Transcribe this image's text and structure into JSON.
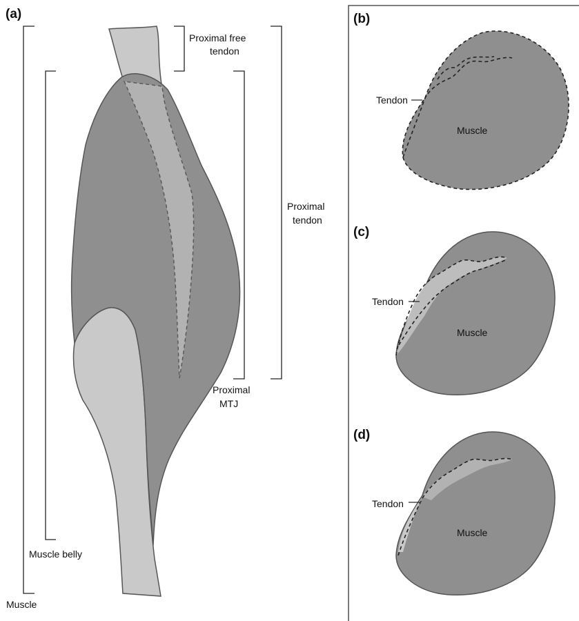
{
  "panels": {
    "a": "(a)",
    "b": "(b)",
    "c": "(c)",
    "d": "(d)"
  },
  "labels": {
    "proximal_free_tendon_line1": "Proximal free",
    "proximal_free_tendon_line2": "tendon",
    "proximal_tendon_line1": "Proximal",
    "proximal_tendon_line2": "tendon",
    "proximal_mtj_line1": "Proximal",
    "proximal_mtj_line2": "MTJ",
    "muscle_belly": "Muscle belly",
    "muscle": "Muscle",
    "cross_section_tendon": "Tendon",
    "cross_section_muscle": "Muscle"
  },
  "colors": {
    "muscle": "#8f8f8f",
    "tendon": "#c9c9c9",
    "tendon_inner": "#b2b2b2"
  }
}
